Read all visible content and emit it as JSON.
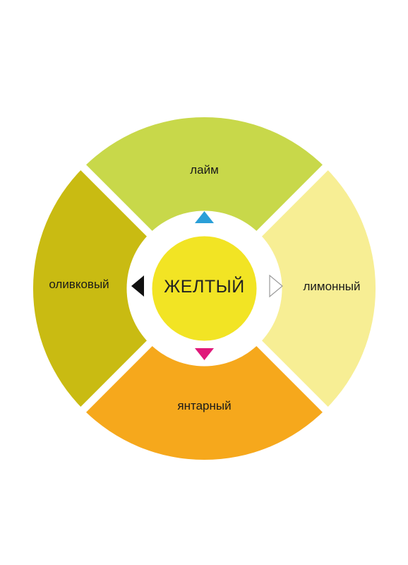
{
  "center": {
    "label": "ЖЕЛТЫЙ",
    "color": "#f2e424",
    "ring_color": "#ffffff"
  },
  "segments": [
    {
      "name": "top",
      "label": "лайм",
      "color": "#c8d84a"
    },
    {
      "name": "right",
      "label": "лимонный",
      "color": "#f7ee94"
    },
    {
      "name": "bottom",
      "label": "янтарный",
      "color": "#f6a81c"
    },
    {
      "name": "left",
      "label": "оливковый",
      "color": "#c9bb12"
    }
  ],
  "arrows": {
    "up": {
      "color": "#2a9fd8",
      "icon": "triangle-up"
    },
    "down": {
      "color": "#e0187a",
      "icon": "triangle-down"
    },
    "left": {
      "color": "#111111",
      "icon": "triangle-left"
    },
    "right": {
      "color": "#ffffff",
      "stroke": "#999999",
      "icon": "triangle-right-outline"
    }
  }
}
